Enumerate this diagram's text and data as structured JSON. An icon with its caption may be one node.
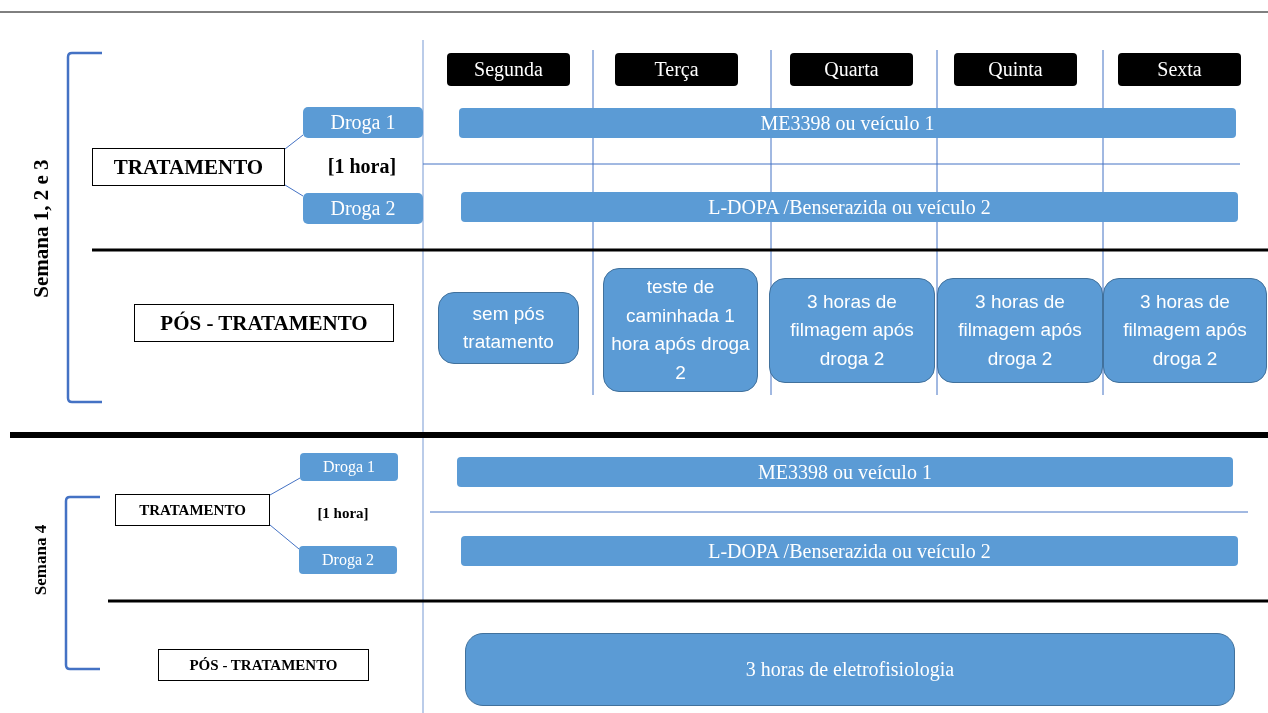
{
  "diagram": {
    "nodes": [
      {
        "text": [
          "Segunda"
        ]
      },
      {
        "text": [
          "Terça"
        ]
      },
      {
        "text": [
          "Quarta"
        ]
      },
      {
        "text": [
          "Quinta"
        ]
      },
      {
        "text": [
          "Sexta"
        ]
      },
      {
        "text": [
          "Droga 1"
        ]
      },
      {
        "text": [
          "TRATAMENTO"
        ]
      },
      {
        "text": [
          "ME3398 ou veículo 1"
        ]
      },
      {
        "text": [
          "Droga 2"
        ]
      },
      {
        "text": [
          "L-DOPA /Benserazida ou veículo 2"
        ]
      },
      {
        "text": [
          "PÓS - TRATAMENTO"
        ]
      },
      {
        "text": [
          "sem pós tratamento"
        ]
      },
      {
        "text": [
          "teste de caminhada 1 hora após droga 2"
        ]
      },
      {
        "text": [
          "3 horas de filmagem após droga 2"
        ]
      },
      {
        "text": [
          "3 horas de filmagem após droga 2"
        ]
      },
      {
        "text": [
          "3 horas de filmagem após droga 2"
        ]
      },
      {
        "text": [
          "Droga 1"
        ]
      },
      {
        "text": [
          "TRATAMENTO"
        ]
      },
      {
        "text": [
          "ME3398 ou veículo 1"
        ]
      },
      {
        "text": [
          "Droga 2"
        ]
      },
      {
        "text": [
          "L-DOPA /Benserazida ou veículo 2"
        ]
      },
      {
        "text": [
          "PÓS - TRATAMENTO"
        ]
      },
      {
        "text": [
          "3 horas de eletrofisiologia"
        ]
      }
    ],
    "edges": [
      {
        "from": 6,
        "to": 5,
        "arrow": "none"
      },
      {
        "from": 6,
        "to": 8,
        "arrow": "none"
      },
      {
        "from": 17,
        "to": 16,
        "arrow": "none"
      },
      {
        "from": 17,
        "to": 19,
        "arrow": "none"
      }
    ],
    "labels": [
      "Semana 1, 2 e 3",
      "[1 hora]",
      "Semana 4",
      "[1 hora]"
    ]
  }
}
